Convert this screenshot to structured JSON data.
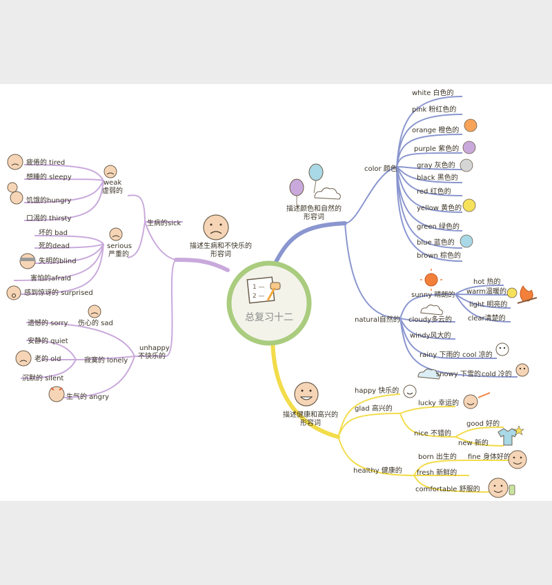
{
  "center": {
    "title": "总复习十二"
  },
  "branches": {
    "sick": {
      "title_line1": "描述生病和不快乐的",
      "title_line2": "形容词",
      "sub_sick": "生病的sick",
      "weak_line1": "weak",
      "weak_line2": "虚弱的",
      "weak_items": [
        "疲倦的 tired",
        "想睡的 sleepy",
        "饥饿的hungry",
        "口渴的 thirsty"
      ],
      "serious_line1": "serious",
      "serious_line2": "严重的",
      "serious_items": [
        "坏的 bad",
        "死的dead",
        "失明的blind",
        "害怕的afraid",
        "感到惊讶的 surprised"
      ],
      "unhappy_line1": "unhappy",
      "unhappy_line2": "不快乐的",
      "unhappy_items": [
        "遗憾的 sorry",
        "伤心的 sad",
        "安静的 quiet",
        "老的 old",
        "寂寞的 lonely",
        "沉默的 silent",
        "生气的 angry"
      ]
    },
    "color": {
      "title_line1": "描述颜色和自然的",
      "title_line2": "形容词",
      "sub_color": "color 颜色",
      "colors": [
        "white 白色的",
        "pink 粉红色的",
        "orange 橙色的",
        "purple 紫色的",
        "gray 灰色的",
        "black 黑色的",
        "red 红色的",
        "yellow 黄色的",
        "green 绿色的",
        "blue 蓝色的",
        "brown 棕色的"
      ],
      "sub_natural": "natural自然的",
      "sunny": "sunny 晴朗的",
      "sunny_items": [
        "hot 热的",
        "warm温暖的",
        "light 明亮的",
        "clear清楚的"
      ],
      "cloudy": "cloudy多云的",
      "windy": "windy风大的",
      "rainy": "rainy 下雨的",
      "cool": "cool 凉的",
      "snowy": "snowy 下雪的",
      "cold": "cold 冷的"
    },
    "happy": {
      "title_line1": "描述健康和高兴的",
      "title_line2": "形容词",
      "happy": "happy 快乐的",
      "glad": "glad 高兴的",
      "lucky": "lucky 幸运的",
      "nice": "nice 不错的",
      "good": "good 好的",
      "new": "new 新的",
      "healthy": "healthy 健康的",
      "born": "born 出生的",
      "fine": "fine 身体好的",
      "fresh": "fresh 新鲜的",
      "comfortable": "comfortable 舒服的"
    }
  },
  "colors": {
    "purple_branch": "#c9a9dc",
    "blue_branch": "#8a96cf",
    "yellow_branch": "#f2dc4a",
    "center_ring": "#a9cc7e",
    "center_fill": "#f3f3ea"
  },
  "icons": [
    "sad-face-icon",
    "balloon-icon",
    "cloud-icon",
    "sun-icon",
    "campfire-icon",
    "shirt-icon",
    "star-icon",
    "smiley-icon"
  ]
}
